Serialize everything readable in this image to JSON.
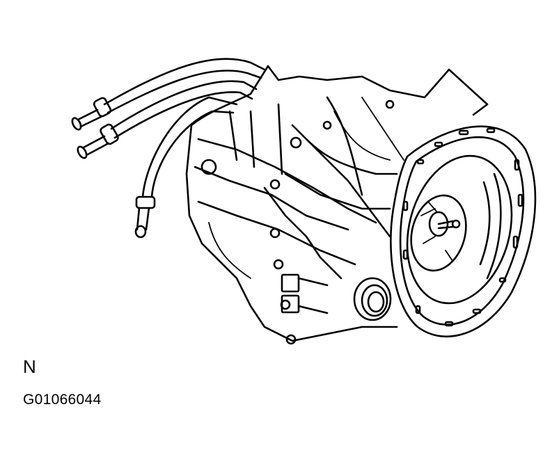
{
  "diagram": {
    "subject": "automatic transaxle assembly with shift/control cables",
    "view_label": "N",
    "figure_id": "G01066044",
    "colors": {
      "line": "#000000",
      "background": "#ffffff"
    },
    "components": [
      "cable-1",
      "cable-2",
      "cable-3",
      "transaxle-case",
      "torque-converter-housing",
      "torque-converter",
      "output-seal",
      "mounting-bracket"
    ]
  }
}
